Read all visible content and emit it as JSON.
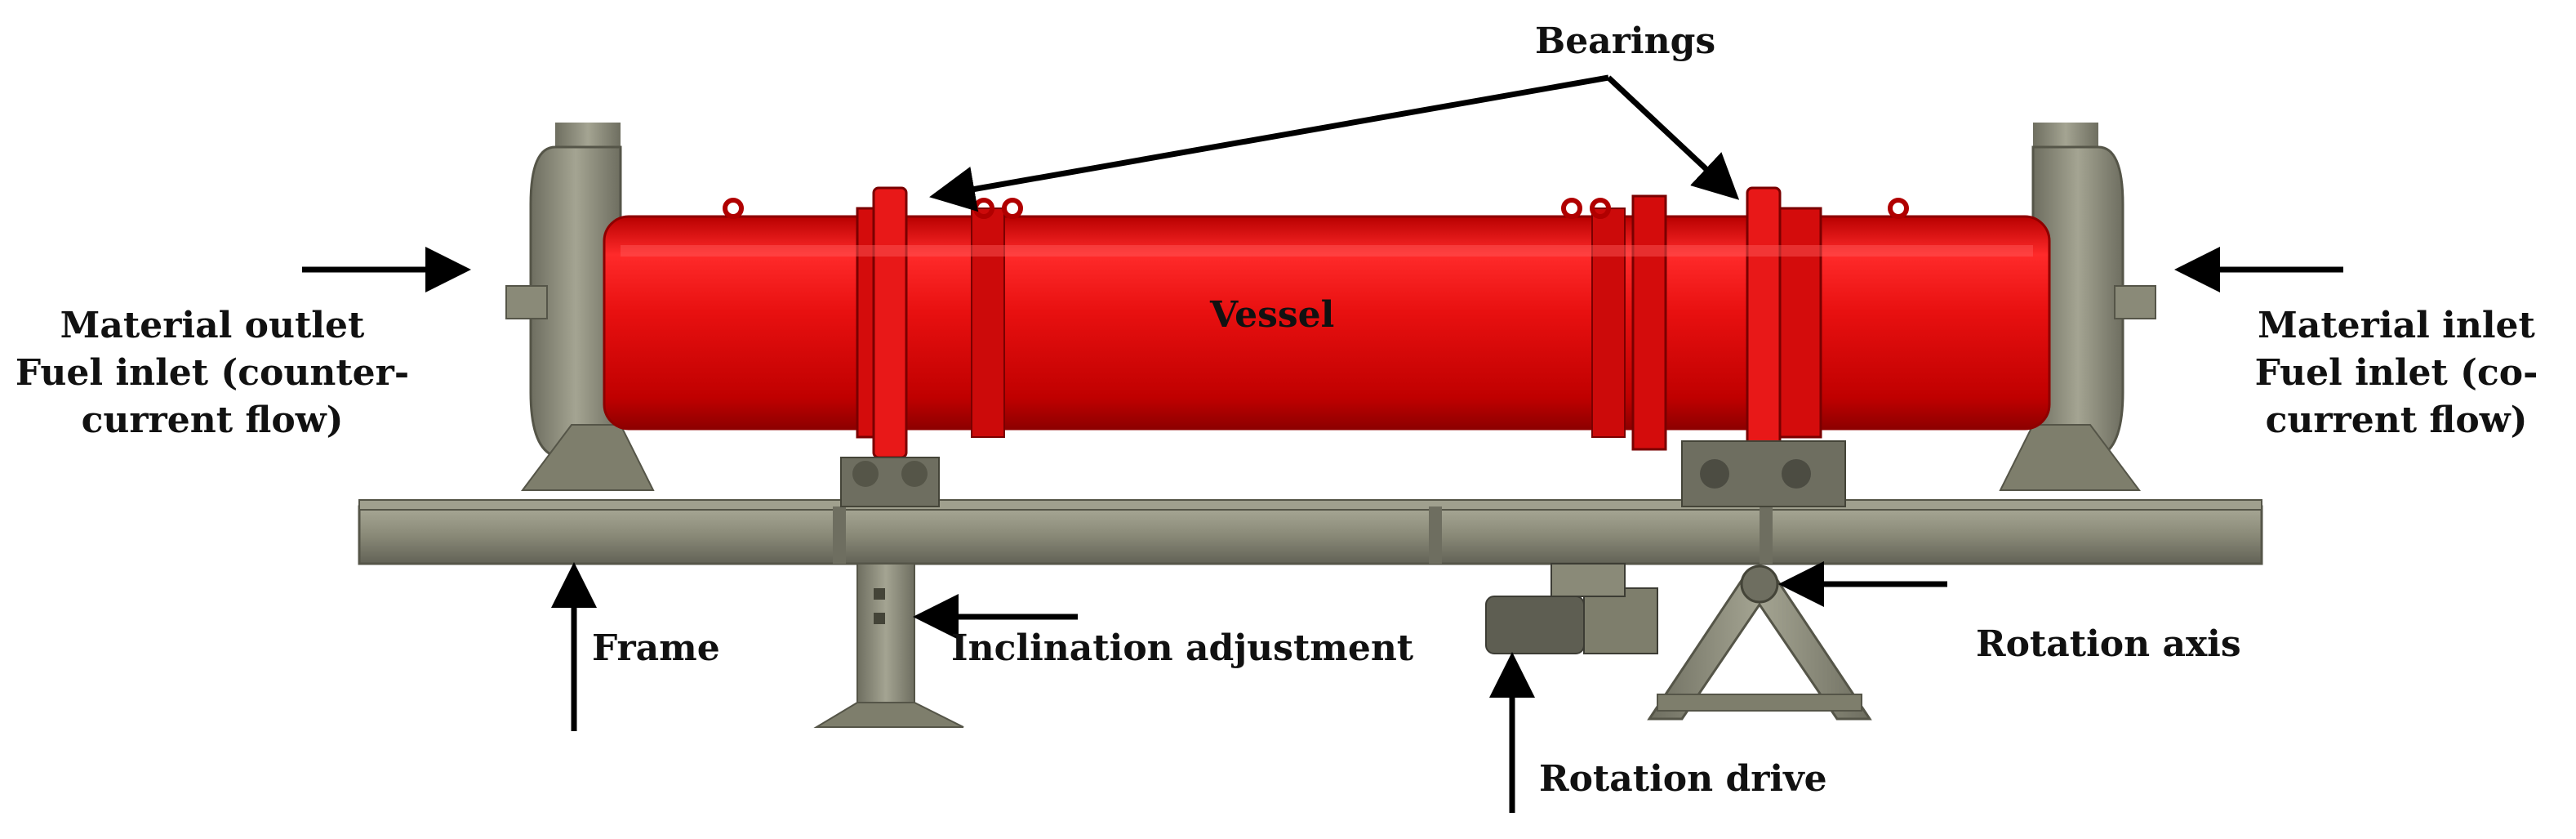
{
  "labels": {
    "bearings": "Bearings",
    "vessel": "Vessel",
    "material_outlet": [
      "Material outlet",
      "Fuel inlet (counter-",
      "current flow)"
    ],
    "material_inlet": [
      "Material inlet",
      "Fuel inlet (co-",
      "current flow)"
    ],
    "frame": "Frame",
    "inclination_adjustment": "Inclination adjustment",
    "rotation_axis": "Rotation axis",
    "rotation_drive": "Rotation drive"
  },
  "colors": {
    "vessel_red": "#e81010",
    "vessel_dark": "#b00000",
    "steel_gray": "#8a8a78",
    "steel_dark": "#5e5e52",
    "arrow": "#000000",
    "text": "#111111"
  }
}
